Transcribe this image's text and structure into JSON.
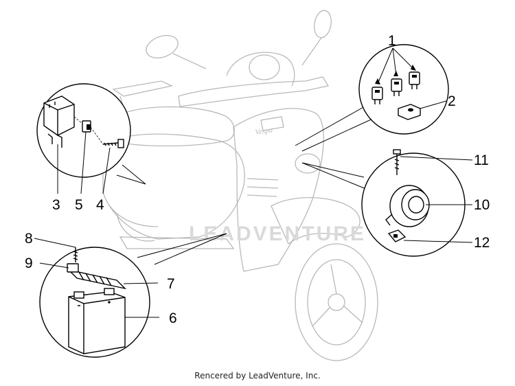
{
  "diagram": {
    "watermark": "LEADVENTURE",
    "scooter_badge": "Vespa",
    "callouts": [
      {
        "id": "c1",
        "label": "1"
      },
      {
        "id": "c2",
        "label": "2"
      },
      {
        "id": "c3",
        "label": "3"
      },
      {
        "id": "c4",
        "label": "4"
      },
      {
        "id": "c5",
        "label": "5"
      },
      {
        "id": "c6",
        "label": "6"
      },
      {
        "id": "c7",
        "label": "7"
      },
      {
        "id": "c8",
        "label": "8"
      },
      {
        "id": "c9",
        "label": "9"
      },
      {
        "id": "c10",
        "label": "10"
      },
      {
        "id": "c11",
        "label": "11"
      },
      {
        "id": "c12",
        "label": "12"
      }
    ]
  },
  "footer": {
    "text": "Rencered by LeadVenture, Inc."
  }
}
